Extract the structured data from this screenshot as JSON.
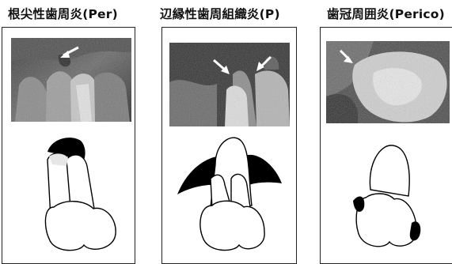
{
  "panels": [
    {
      "title": "根尖性歯周炎(Per)"
    },
    {
      "title": "辺縁性歯周組織炎(P)"
    },
    {
      "title": "歯冠周囲炎(Perico)"
    }
  ],
  "colors": {
    "border": "#222222",
    "lesion": "#000000",
    "arrow": "#ffffff",
    "xray_dark": "#1b1b1b",
    "xray_bright": "#d8d8d8"
  }
}
